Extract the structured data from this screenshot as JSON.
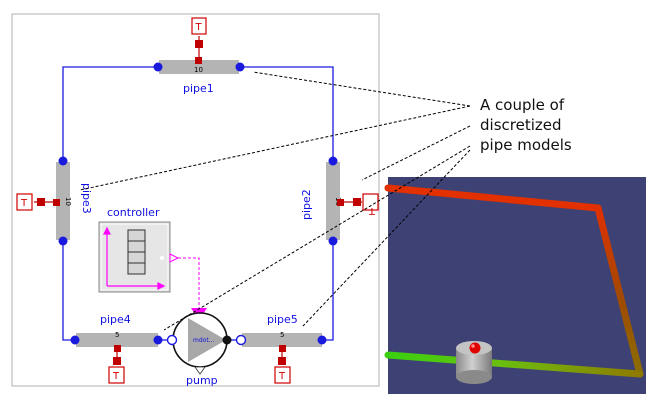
{
  "pipes": [
    {
      "id": "pipe1",
      "label": "pipe1",
      "n": "10"
    },
    {
      "id": "pipe2",
      "label": "pipe2",
      "n": "10"
    },
    {
      "id": "pipe3",
      "label": "pipe3",
      "n": "10"
    },
    {
      "id": "pipe4",
      "label": "pipe4",
      "n": "5"
    },
    {
      "id": "pipe5",
      "label": "pipe5",
      "n": "5"
    }
  ],
  "sensor_label": "T",
  "controller": {
    "label": "controller"
  },
  "pump": {
    "label": "pump",
    "inner": "mdot..."
  },
  "annotation": {
    "lines": [
      "A couple of",
      "discretized",
      "pipe models"
    ]
  },
  "colors": {
    "connection": "#1a1adf",
    "label": "#1010e0",
    "sensor": "#d00000",
    "signal": "#ff00ff",
    "scene_bg": "#3e4173",
    "pipe_hot": "#e23000",
    "pipe_cold": "#3fcf10"
  }
}
